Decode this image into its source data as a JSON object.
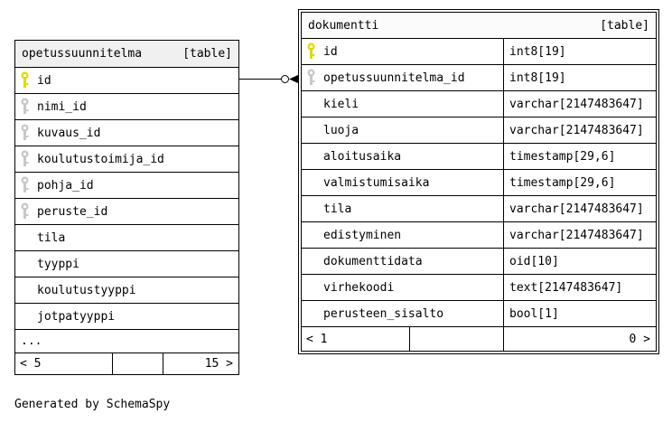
{
  "diagram": {
    "generated_by": "Generated by SchemaSpy",
    "colors": {
      "primary_key": "#dcdc00",
      "foreign_key": "#c8c8c8",
      "header_bg_left": "#f0f0f0",
      "header_bg_right": "#fbfbfb",
      "line": "#000000"
    },
    "relationship": {
      "from": "opetussuunnitelma.id",
      "to": "dokumentti.opetussuunnitelma_id",
      "end_glyphs": "open-circle, filled-arrowhead"
    },
    "tables": [
      {
        "name": "opetussuunnitelma",
        "badge": "[table]",
        "columns": [
          {
            "name": "id",
            "key": "primary"
          },
          {
            "name": "nimi_id",
            "key": "foreign"
          },
          {
            "name": "kuvaus_id",
            "key": "foreign"
          },
          {
            "name": "koulutustoimija_id",
            "key": "foreign"
          },
          {
            "name": "pohja_id",
            "key": "foreign"
          },
          {
            "name": "peruste_id",
            "key": "foreign"
          },
          {
            "name": "tila"
          },
          {
            "name": "tyyppi"
          },
          {
            "name": "koulutustyyppi"
          },
          {
            "name": "jotpatyyppi"
          }
        ],
        "ellipsis": "...",
        "footer": {
          "left": "< 5",
          "middle": "",
          "right": "15 >"
        }
      },
      {
        "name": "dokumentti",
        "badge": "[table]",
        "columns": [
          {
            "name": "id",
            "type": "int8[19]",
            "key": "primary"
          },
          {
            "name": "opetussuunnitelma_id",
            "type": "int8[19]",
            "key": "foreign"
          },
          {
            "name": "kieli",
            "type": "varchar[2147483647]"
          },
          {
            "name": "luoja",
            "type": "varchar[2147483647]"
          },
          {
            "name": "aloitusaika",
            "type": "timestamp[29,6]"
          },
          {
            "name": "valmistumisaika",
            "type": "timestamp[29,6]"
          },
          {
            "name": "tila",
            "type": "varchar[2147483647]"
          },
          {
            "name": "edistyminen",
            "type": "varchar[2147483647]"
          },
          {
            "name": "dokumenttidata",
            "type": "oid[10]"
          },
          {
            "name": "virhekoodi",
            "type": "text[2147483647]"
          },
          {
            "name": "perusteen_sisalto",
            "type": "bool[1]"
          }
        ],
        "footer": {
          "left": "< 1",
          "middle": "",
          "right": "0 >"
        }
      }
    ]
  }
}
